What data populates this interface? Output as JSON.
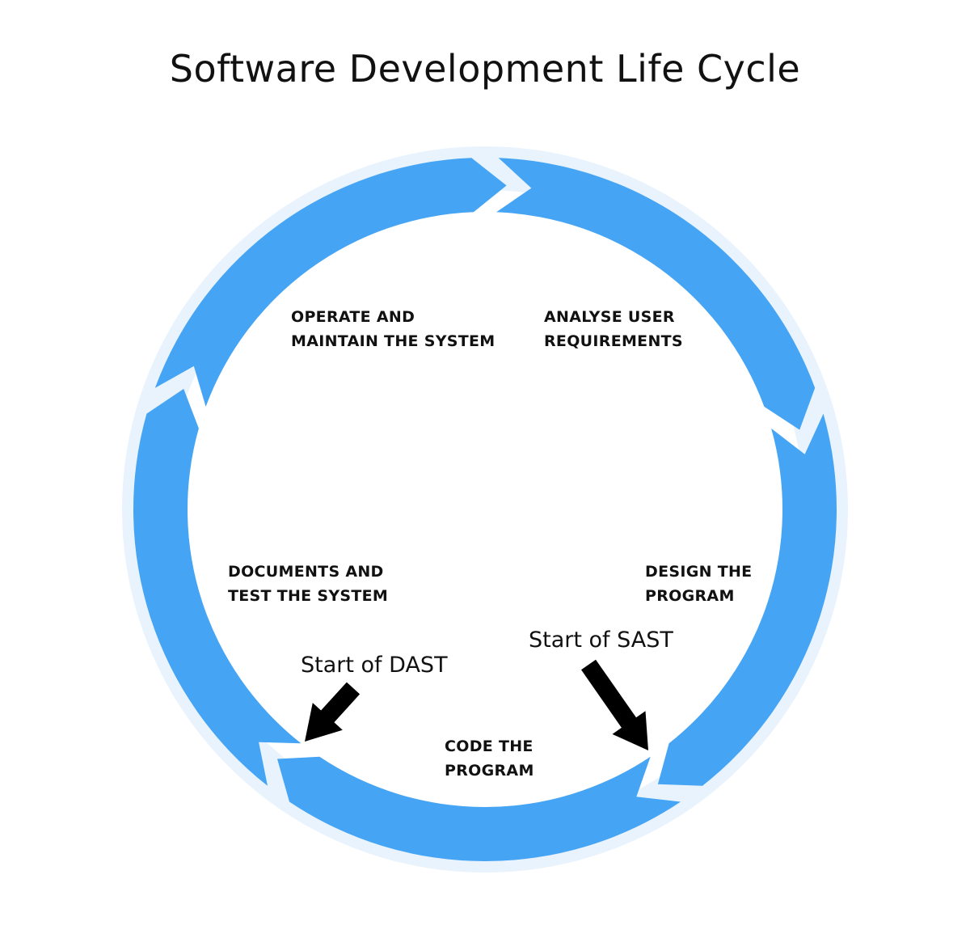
{
  "title": "Software Development Life Cycle",
  "phases": [
    {
      "id": "analyse",
      "lines": [
        "ANALYSE USER",
        "REQUIREMENTS"
      ]
    },
    {
      "id": "design",
      "lines": [
        "DESIGN THE",
        "PROGRAM"
      ]
    },
    {
      "id": "code",
      "lines": [
        "CODE THE",
        "PROGRAM"
      ]
    },
    {
      "id": "documents",
      "lines": [
        "DOCUMENTS AND",
        "TEST THE SYSTEM"
      ]
    },
    {
      "id": "operate",
      "lines": [
        "OPERATE AND",
        "MAINTAIN THE SYSTEM"
      ]
    }
  ],
  "markers": {
    "sast": "Start of SAST",
    "dast": "Start of DAST"
  },
  "colors": {
    "ring": "#45a4f4",
    "halo": "#e8f3fd",
    "arrow": "#000000",
    "text": "#111111"
  }
}
